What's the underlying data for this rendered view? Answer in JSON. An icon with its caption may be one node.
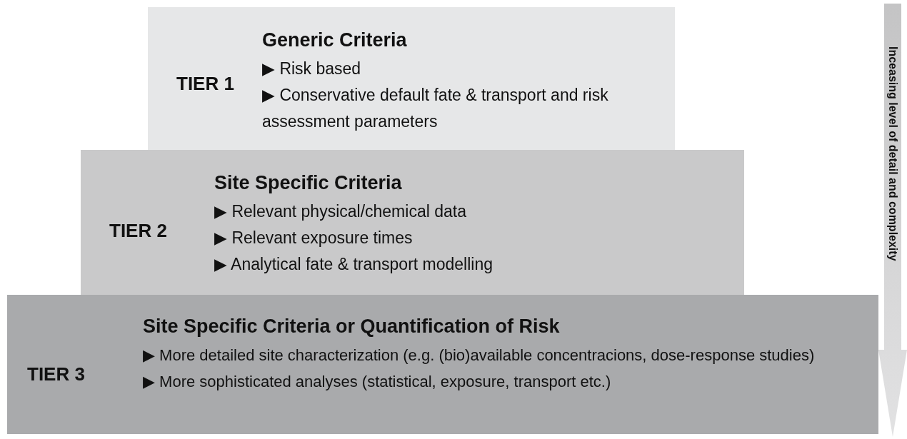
{
  "diagram": {
    "nodes": [
      {
        "text": [
          "TIER 1",
          "Generic Criteria",
          "▶ Risk based",
          "▶ Conservative default fate & transport and risk assessment parameters"
        ]
      },
      {
        "text": [
          "TIER 2",
          "Site Specific Criteria",
          "▶ Relevant physical/chemical data",
          "▶ Relevant exposure times",
          "▶ Analytical fate & transport modelling"
        ]
      },
      {
        "text": [
          "TIER 3",
          "Site Specific Criteria or Quantification of Risk",
          "▶ More detailed site characterization (e.g. (bio)available concentracions, dose-response studies)",
          "▶ More sophisticated analyses (statistical, exposure, transport etc.)"
        ]
      },
      {
        "text": [
          "Inceasing level of detail and complexity"
        ]
      }
    ]
  }
}
